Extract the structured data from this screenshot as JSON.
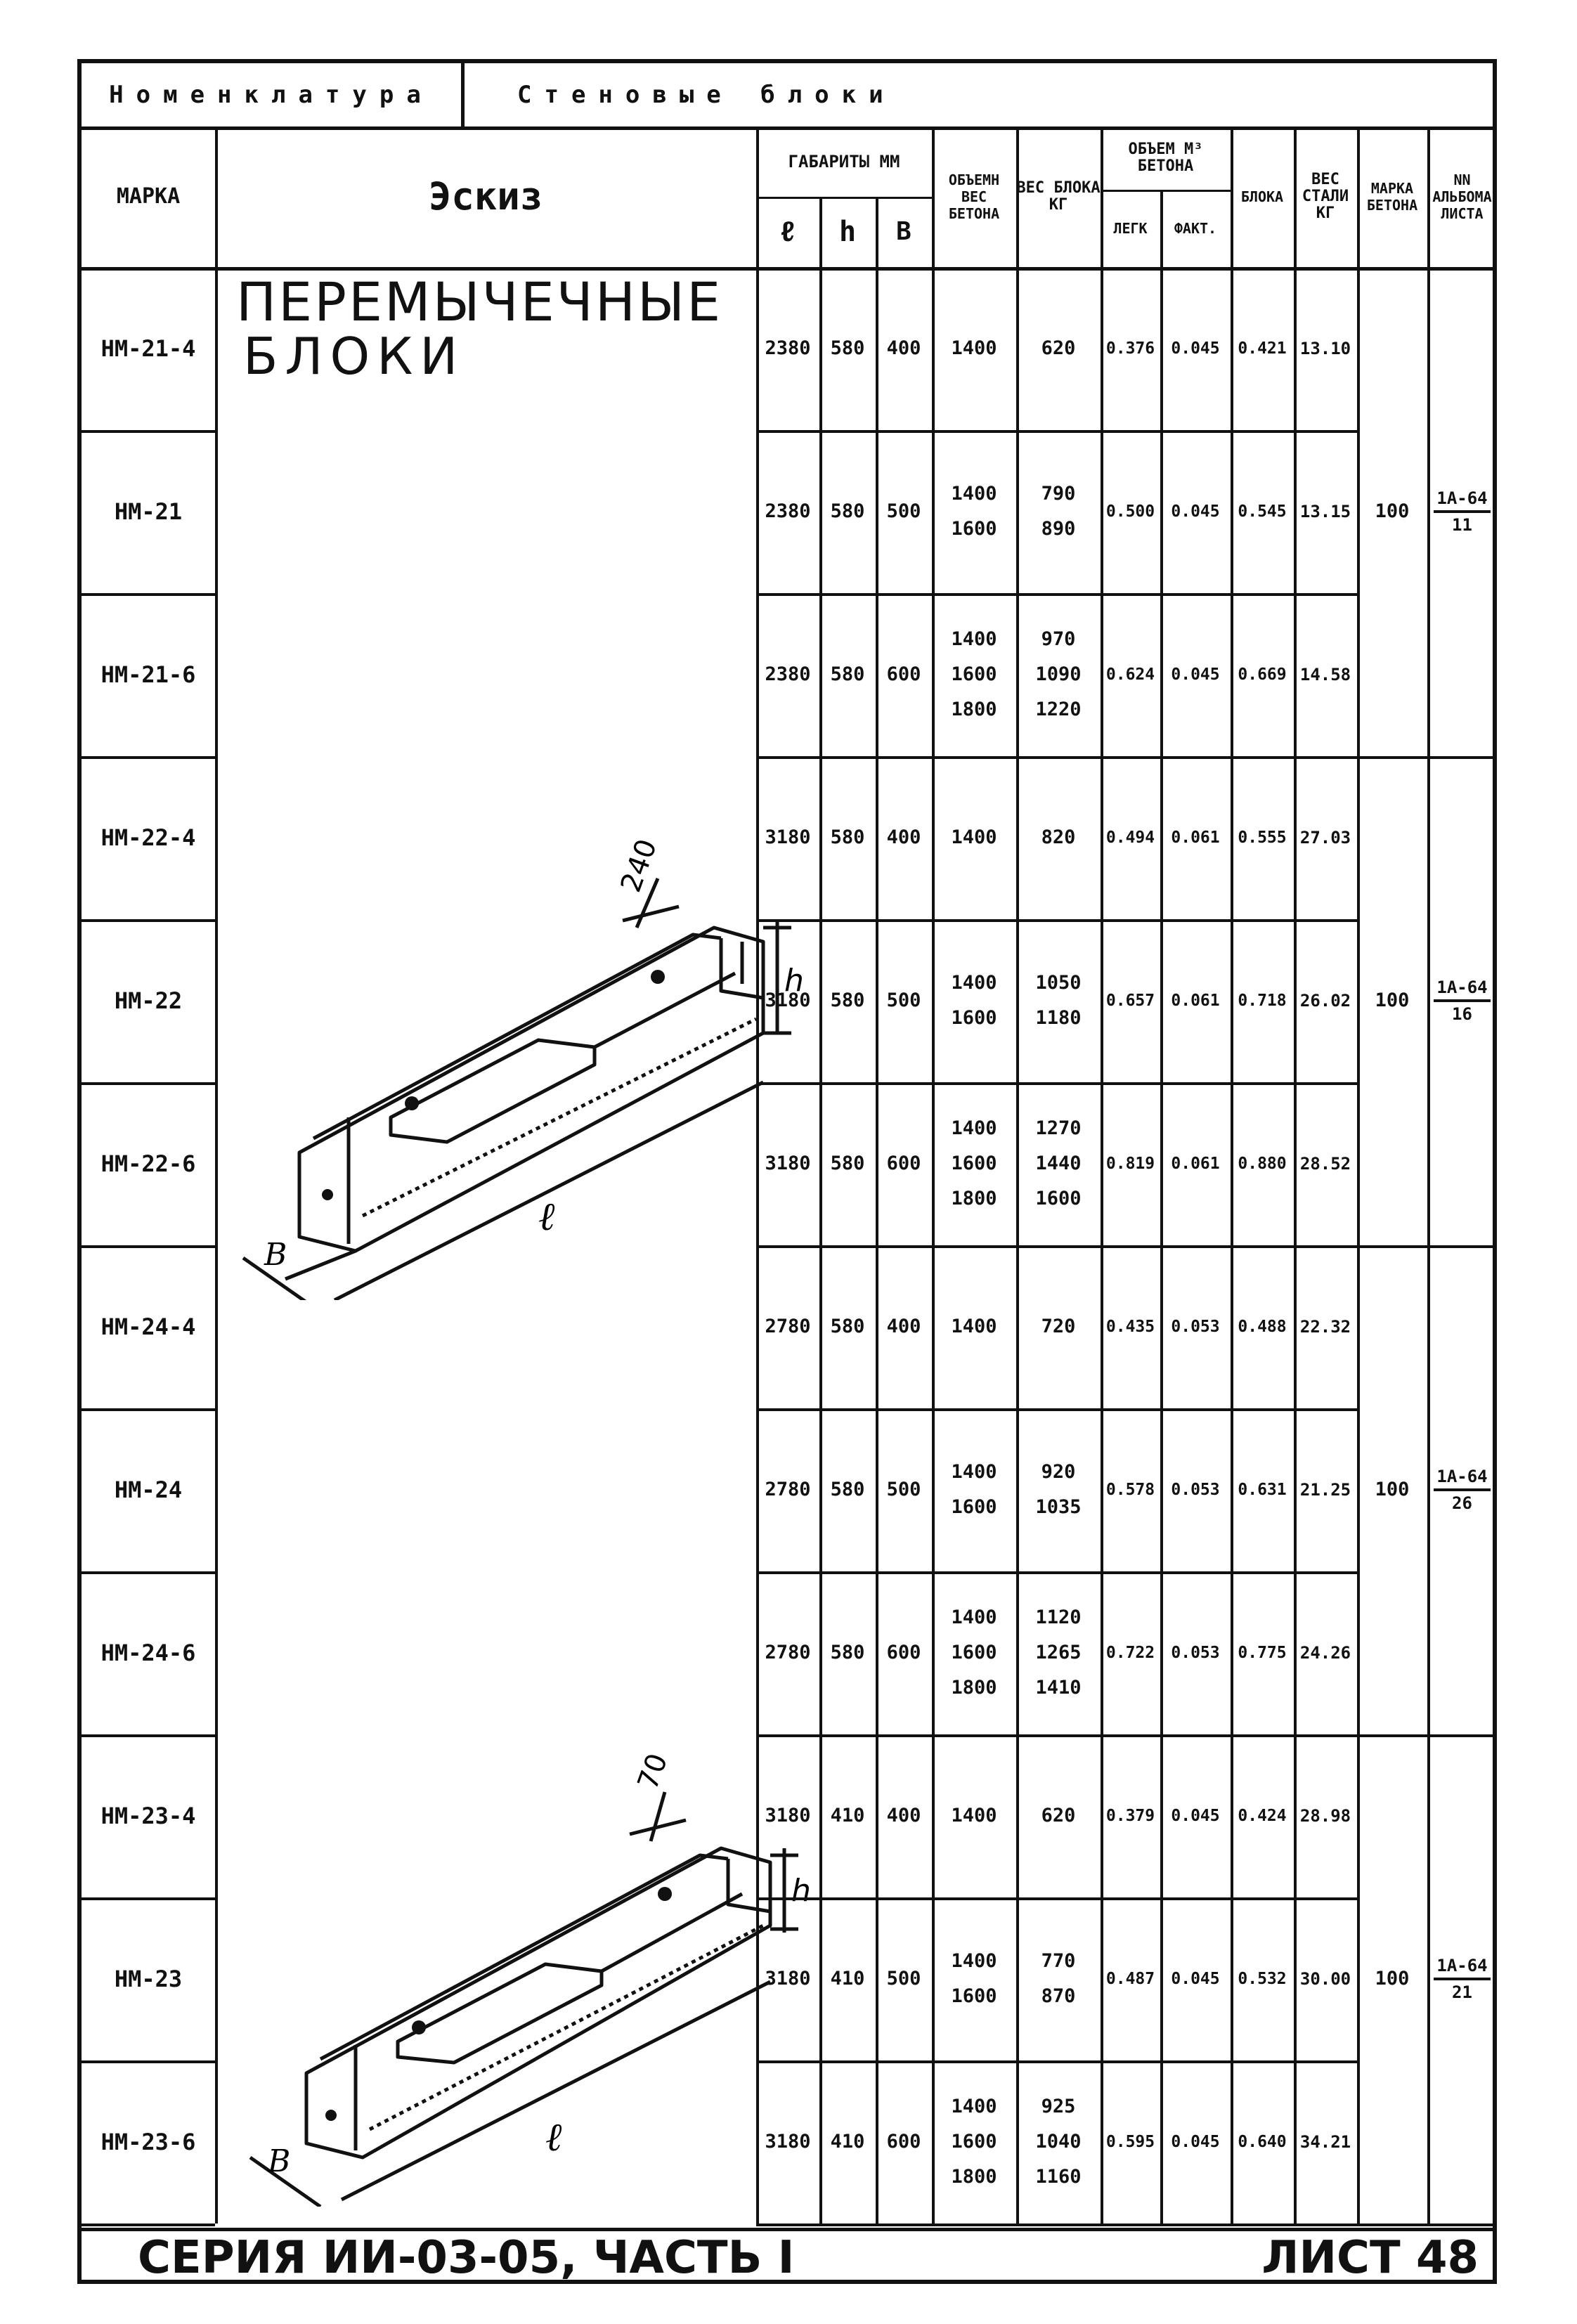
{
  "header": {
    "label": "Номенклатура",
    "value": "Стеновые блоки"
  },
  "columns": {
    "mark": "МАРКА",
    "sketch": "Эскиз",
    "gabarity": "ГАБАРИТЫ ММ",
    "l": "ℓ",
    "h": "h",
    "b": "В",
    "vol_weight": "ОБЪЕМН ВЕС БЕТОНА",
    "block_weight": "ВЕС БЛОКА КГ",
    "volume": "ОБЪЕМ М³ БЕТОНА",
    "legk": "ЛЕГК",
    "fakt": "ФАКТ.",
    "blok": "БЛОКА",
    "steel": "ВЕС СТАЛИ КГ",
    "concrete_grade": "МАРКА БЕТОНА",
    "album": "NN АЛЬБОМА ЛИСТА"
  },
  "sketch": {
    "title_line1": "ПЕРЕМЫЧЕЧНЫЕ",
    "title_line2": "БЛОКИ",
    "dim1": "240",
    "dim2": "70",
    "dim_h": "h",
    "dim_l": "ℓ",
    "dim_b": "В"
  },
  "rows": [
    {
      "mark": "НМ-21-4",
      "l": "2380",
      "h": "580",
      "b": "400",
      "vw": [
        "1400"
      ],
      "bw": [
        "620"
      ],
      "legk": "0.376",
      "fakt": "0.045",
      "blok": "0.421",
      "steel": "13.10"
    },
    {
      "mark": "НМ-21",
      "l": "2380",
      "h": "580",
      "b": "500",
      "vw": [
        "1400",
        "1600"
      ],
      "bw": [
        "790",
        "890"
      ],
      "legk": "0.500",
      "fakt": "0.045",
      "blok": "0.545",
      "steel": "13.15"
    },
    {
      "mark": "НМ-21-6",
      "l": "2380",
      "h": "580",
      "b": "600",
      "vw": [
        "1400",
        "1600",
        "1800"
      ],
      "bw": [
        "970",
        "1090",
        "1220"
      ],
      "legk": "0.624",
      "fakt": "0.045",
      "blok": "0.669",
      "steel": "14.58"
    },
    {
      "mark": "НМ-22-4",
      "l": "3180",
      "h": "580",
      "b": "400",
      "vw": [
        "1400"
      ],
      "bw": [
        "820"
      ],
      "legk": "0.494",
      "fakt": "0.061",
      "blok": "0.555",
      "steel": "27.03"
    },
    {
      "mark": "НМ-22",
      "l": "3180",
      "h": "580",
      "b": "500",
      "vw": [
        "1400",
        "1600"
      ],
      "bw": [
        "1050",
        "1180"
      ],
      "legk": "0.657",
      "fakt": "0.061",
      "blok": "0.718",
      "steel": "26.02"
    },
    {
      "mark": "НМ-22-6",
      "l": "3180",
      "h": "580",
      "b": "600",
      "vw": [
        "1400",
        "1600",
        "1800"
      ],
      "bw": [
        "1270",
        "1440",
        "1600"
      ],
      "legk": "0.819",
      "fakt": "0.061",
      "blok": "0.880",
      "steel": "28.52"
    },
    {
      "mark": "НМ-24-4",
      "l": "2780",
      "h": "580",
      "b": "400",
      "vw": [
        "1400"
      ],
      "bw": [
        "720"
      ],
      "legk": "0.435",
      "fakt": "0.053",
      "blok": "0.488",
      "steel": "22.32"
    },
    {
      "mark": "НМ-24",
      "l": "2780",
      "h": "580",
      "b": "500",
      "vw": [
        "1400",
        "1600"
      ],
      "bw": [
        "920",
        "1035"
      ],
      "legk": "0.578",
      "fakt": "0.053",
      "blok": "0.631",
      "steel": "21.25"
    },
    {
      "mark": "НМ-24-6",
      "l": "2780",
      "h": "580",
      "b": "600",
      "vw": [
        "1400",
        "1600",
        "1800"
      ],
      "bw": [
        "1120",
        "1265",
        "1410"
      ],
      "legk": "0.722",
      "fakt": "0.053",
      "blok": "0.775",
      "steel": "24.26"
    },
    {
      "mark": "НМ-23-4",
      "l": "3180",
      "h": "410",
      "b": "400",
      "vw": [
        "1400"
      ],
      "bw": [
        "620"
      ],
      "legk": "0.379",
      "fakt": "0.045",
      "blok": "0.424",
      "steel": "28.98"
    },
    {
      "mark": "НМ-23",
      "l": "3180",
      "h": "410",
      "b": "500",
      "vw": [
        "1400",
        "1600"
      ],
      "bw": [
        "770",
        "870"
      ],
      "legk": "0.487",
      "fakt": "0.045",
      "blok": "0.532",
      "steel": "30.00"
    },
    {
      "mark": "НМ-23-6",
      "l": "3180",
      "h": "410",
      "b": "600",
      "vw": [
        "1400",
        "1600",
        "1800"
      ],
      "bw": [
        "925",
        "1040",
        "1160"
      ],
      "legk": "0.595",
      "fakt": "0.045",
      "blok": "0.640",
      "steel": "34.21"
    }
  ],
  "groups": [
    {
      "grade": "100",
      "album_top": "1А-64",
      "album_bottom": "11"
    },
    {
      "grade": "100",
      "album_top": "1А-64",
      "album_bottom": "16"
    },
    {
      "grade": "100",
      "album_top": "1А-64",
      "album_bottom": "26"
    },
    {
      "grade": "100",
      "album_top": "1А-64",
      "album_bottom": "21"
    }
  ],
  "footer": {
    "series": "СЕРИЯ ИИ-03-05, ЧАСТЬ I",
    "sheet": "ЛИСТ 48"
  }
}
